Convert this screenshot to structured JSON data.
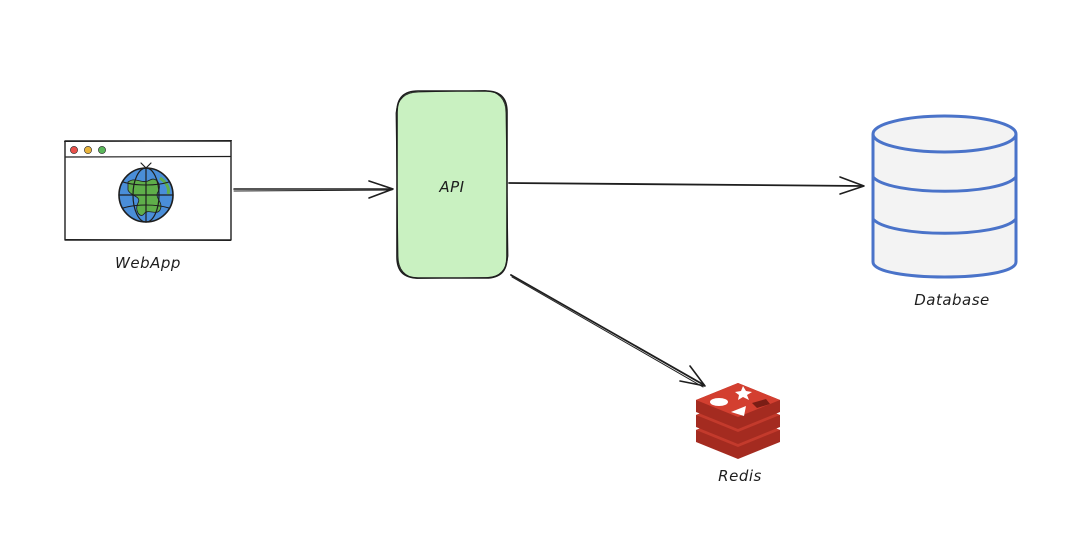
{
  "nodes": {
    "webapp": {
      "label": "WebApp",
      "icon": "browser-globe-icon"
    },
    "api": {
      "label": "API",
      "fill": "#c9f1c1"
    },
    "database": {
      "label": "Database",
      "icon": "database-icon",
      "stroke": "#4a73c9"
    },
    "redis": {
      "label": "Redis",
      "icon": "redis-icon",
      "fill": "#c33a2c"
    }
  },
  "edges": [
    {
      "from": "webapp",
      "to": "api"
    },
    {
      "from": "api",
      "to": "database"
    },
    {
      "from": "api",
      "to": "redis"
    }
  ]
}
